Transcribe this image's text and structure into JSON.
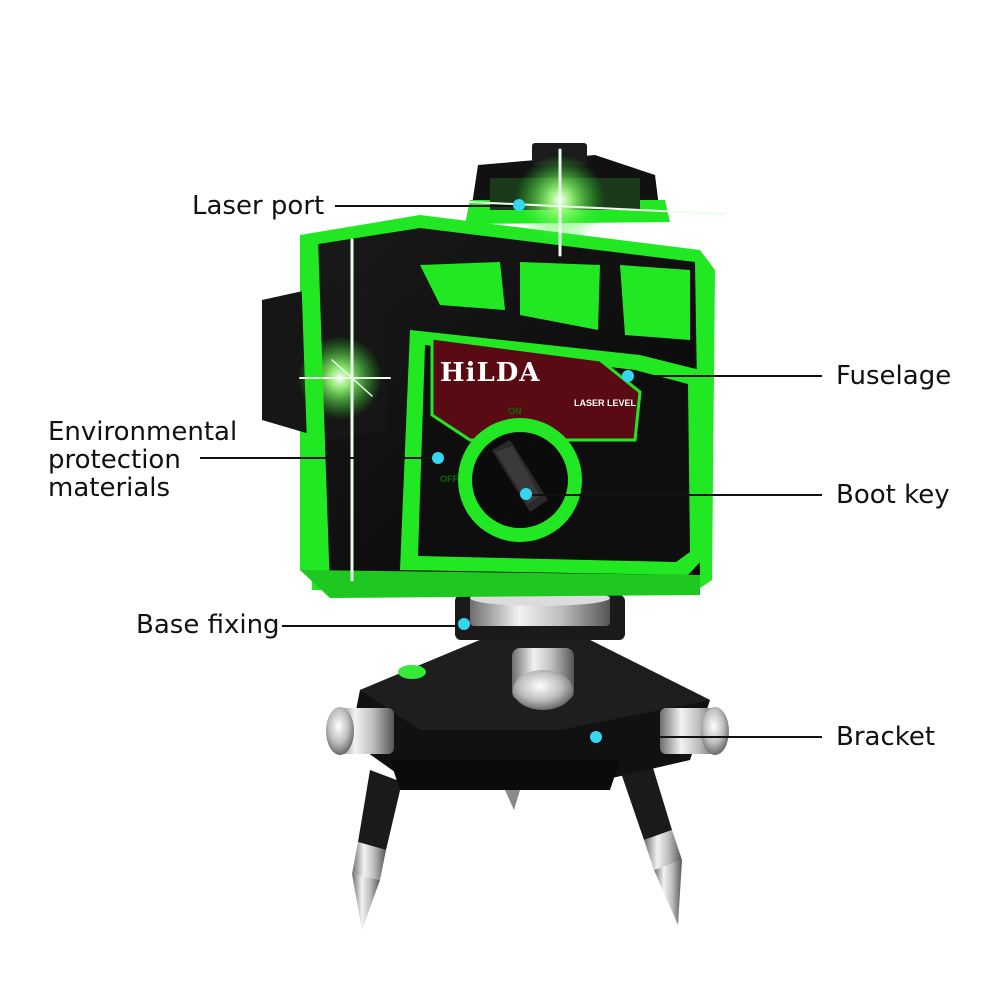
{
  "colors": {
    "body_green": "#22e824",
    "body_black": "#0e0e0e",
    "panel_red": "#5a0a12",
    "dot_cyan": "#35d6f0",
    "leader_line": "#111111",
    "metal": "#c9c9c9"
  },
  "product": {
    "brand": "HiLDA",
    "subtitle": "LASER LEVEL",
    "switch_on": "ON",
    "switch_off": "OFF"
  },
  "callouts": {
    "laser_port": "Laser port",
    "fuselage": "Fuselage",
    "env_line1": "Environmental",
    "env_line2": "protection",
    "env_line3": "materials",
    "boot_key": "Boot key",
    "base_fixing": "Base fixing",
    "bracket": "Bracket"
  }
}
